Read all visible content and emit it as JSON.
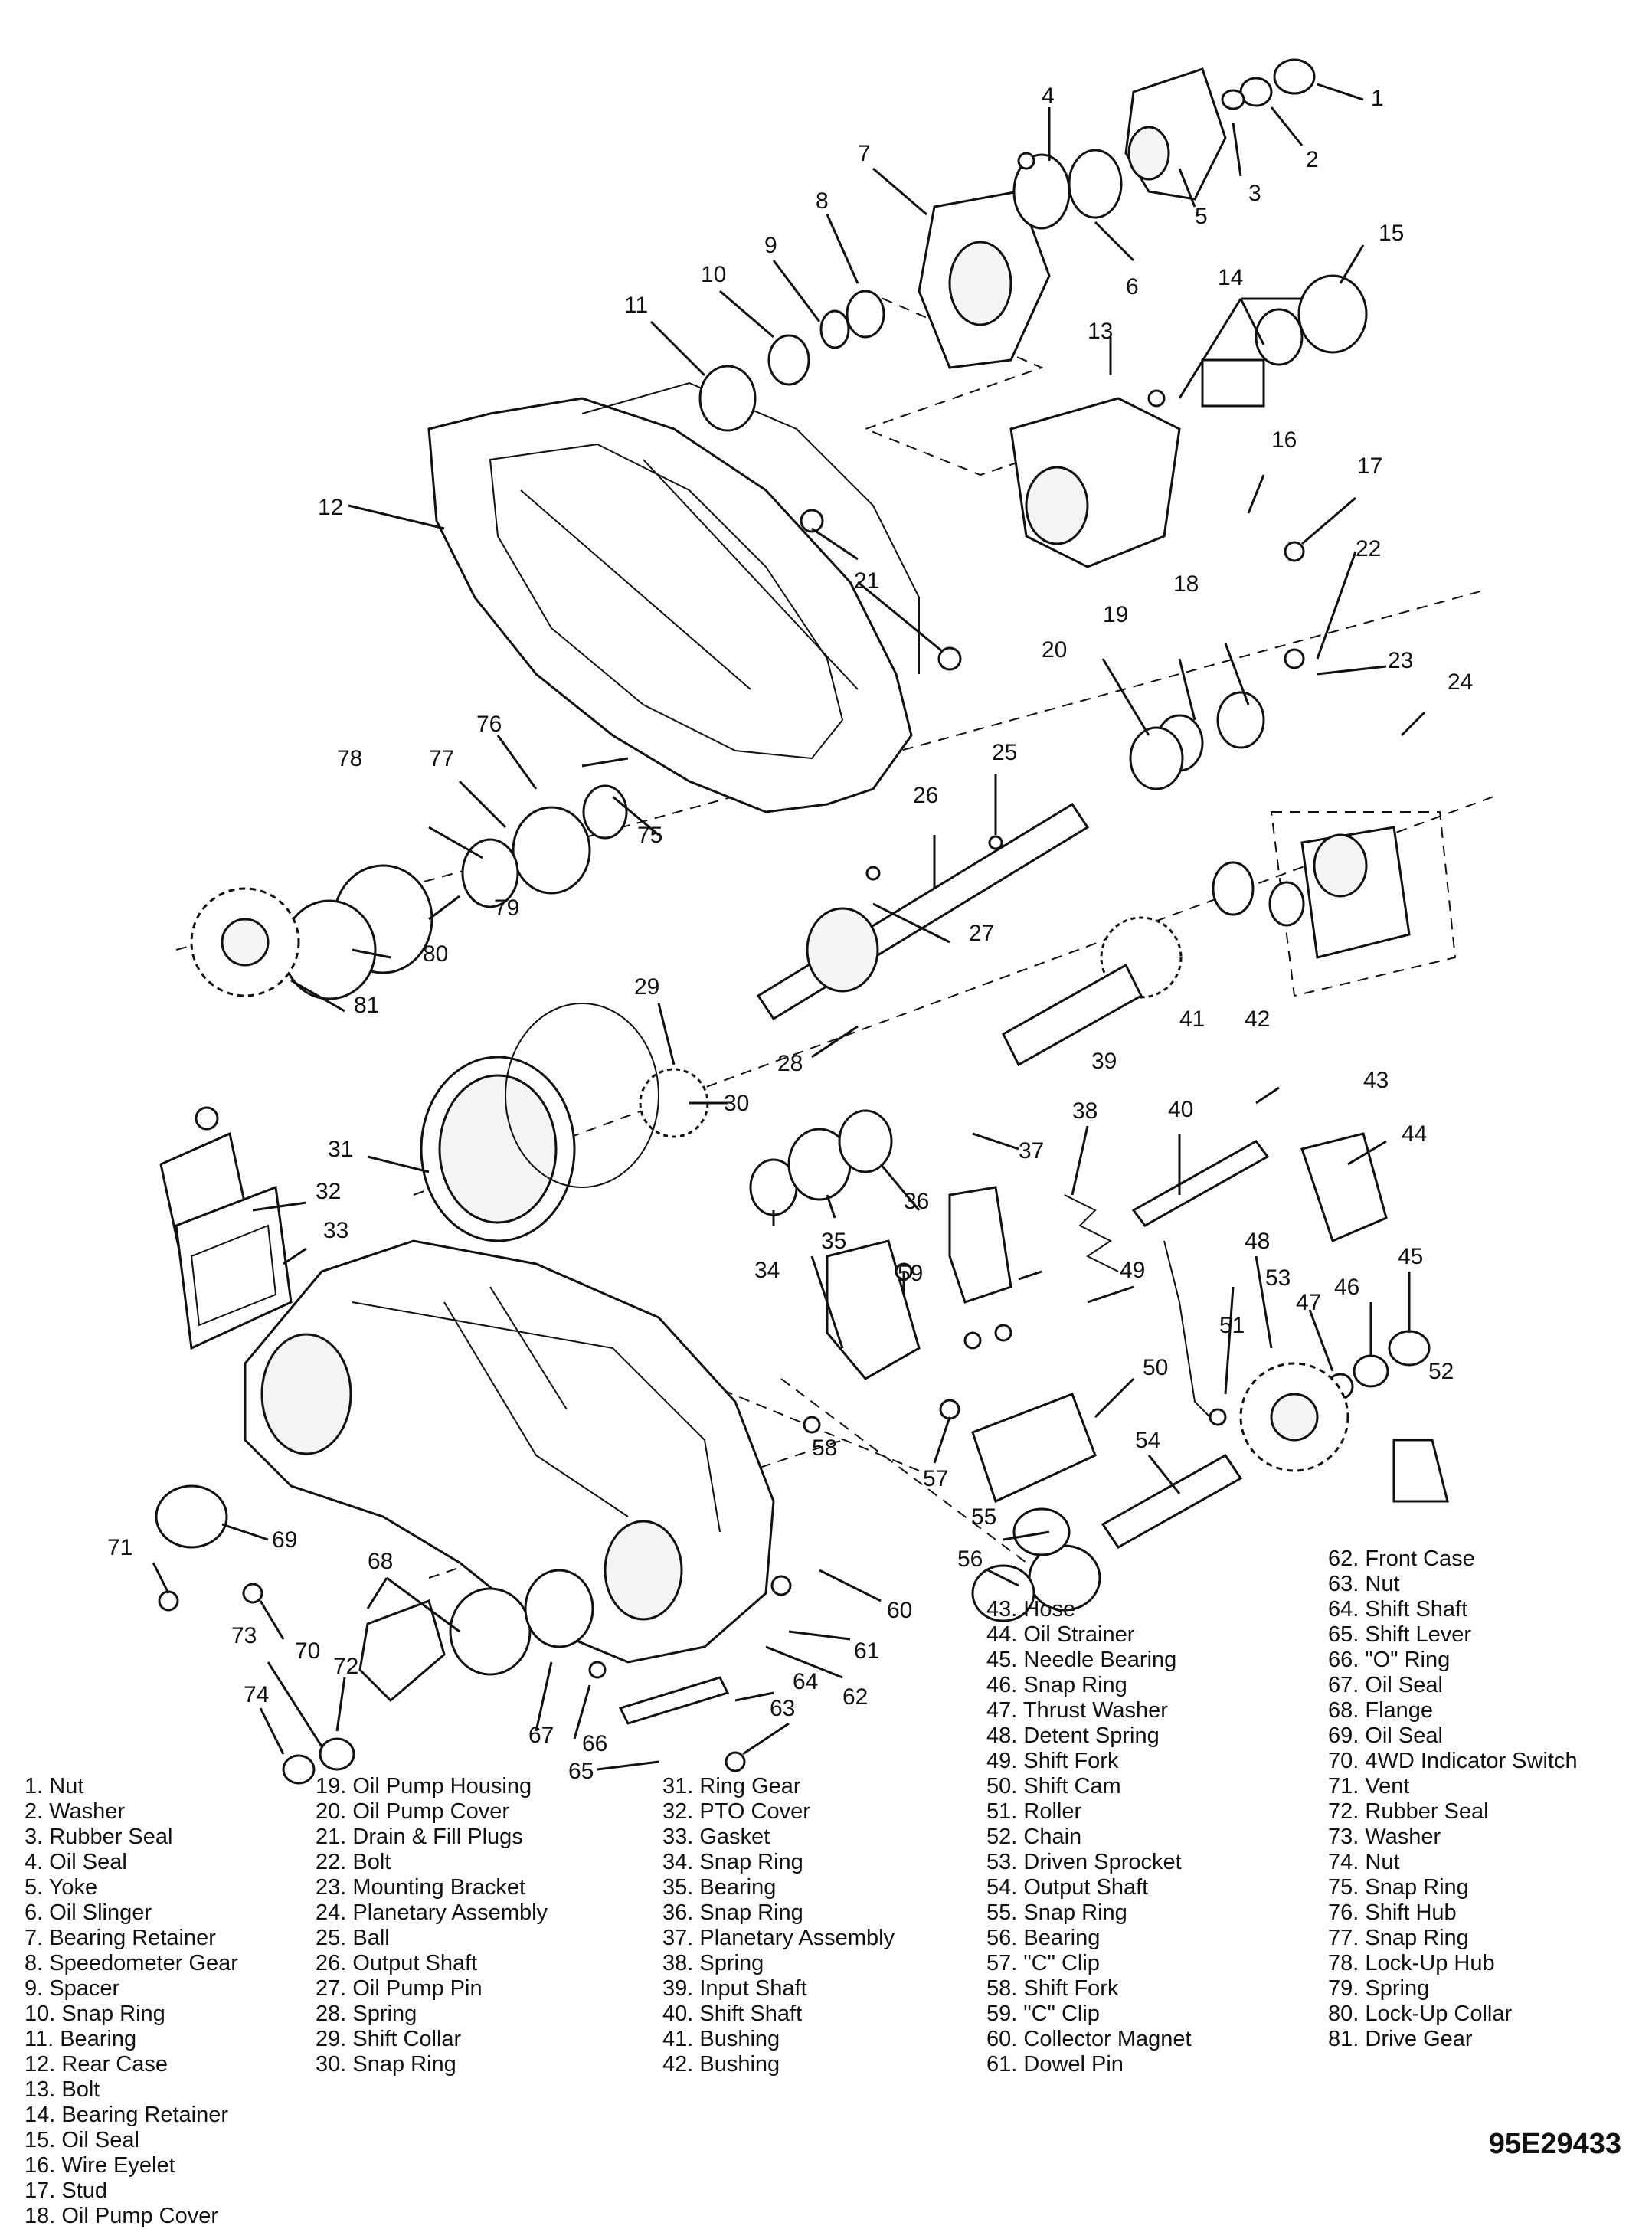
{
  "drawing_id": "95E29433",
  "legend": [
    {
      "n": "1",
      "name": "Nut"
    },
    {
      "n": "2",
      "name": "Washer"
    },
    {
      "n": "3",
      "name": "Rubber Seal"
    },
    {
      "n": "4",
      "name": "Oil Seal"
    },
    {
      "n": "5",
      "name": "Yoke"
    },
    {
      "n": "6",
      "name": "Oil Slinger"
    },
    {
      "n": "7",
      "name": "Bearing Retainer"
    },
    {
      "n": "8",
      "name": "Speedometer Gear"
    },
    {
      "n": "9",
      "name": "Spacer"
    },
    {
      "n": "10",
      "name": "Snap Ring"
    },
    {
      "n": "11",
      "name": "Bearing"
    },
    {
      "n": "12",
      "name": "Rear Case"
    },
    {
      "n": "13",
      "name": "Bolt"
    },
    {
      "n": "14",
      "name": "Bearing Retainer"
    },
    {
      "n": "15",
      "name": "Oil Seal"
    },
    {
      "n": "16",
      "name": "Wire Eyelet"
    },
    {
      "n": "17",
      "name": "Stud"
    },
    {
      "n": "18",
      "name": "Oil Pump Cover"
    },
    {
      "n": "19",
      "name": "Oil Pump Housing"
    },
    {
      "n": "20",
      "name": "Oil Pump Cover"
    },
    {
      "n": "21",
      "name": "Drain & Fill Plugs"
    },
    {
      "n": "22",
      "name": "Bolt"
    },
    {
      "n": "23",
      "name": "Mounting Bracket"
    },
    {
      "n": "24",
      "name": "Planetary Assembly"
    },
    {
      "n": "25",
      "name": "Ball"
    },
    {
      "n": "26",
      "name": "Output Shaft"
    },
    {
      "n": "27",
      "name": "Oil Pump Pin"
    },
    {
      "n": "28",
      "name": "Spring"
    },
    {
      "n": "29",
      "name": "Shift Collar"
    },
    {
      "n": "30",
      "name": "Snap Ring"
    },
    {
      "n": "31",
      "name": "Ring Gear"
    },
    {
      "n": "32",
      "name": "PTO Cover"
    },
    {
      "n": "33",
      "name": "Gasket"
    },
    {
      "n": "34",
      "name": "Snap Ring"
    },
    {
      "n": "35",
      "name": "Bearing"
    },
    {
      "n": "36",
      "name": "Snap Ring"
    },
    {
      "n": "37",
      "name": "Planetary Assembly"
    },
    {
      "n": "38",
      "name": "Spring"
    },
    {
      "n": "39",
      "name": "Input Shaft"
    },
    {
      "n": "40",
      "name": "Shift Shaft"
    },
    {
      "n": "41",
      "name": "Bushing"
    },
    {
      "n": "42",
      "name": "Bushing"
    },
    {
      "n": "43",
      "name": "Hose"
    },
    {
      "n": "44",
      "name": "Oil Strainer"
    },
    {
      "n": "45",
      "name": "Needle Bearing"
    },
    {
      "n": "46",
      "name": "Snap Ring"
    },
    {
      "n": "47",
      "name": "Thrust Washer"
    },
    {
      "n": "48",
      "name": "Detent Spring"
    },
    {
      "n": "49",
      "name": "Shift Fork"
    },
    {
      "n": "50",
      "name": "Shift Cam"
    },
    {
      "n": "51",
      "name": "Roller"
    },
    {
      "n": "52",
      "name": "Chain"
    },
    {
      "n": "53",
      "name": "Driven Sprocket"
    },
    {
      "n": "54",
      "name": "Output Shaft"
    },
    {
      "n": "55",
      "name": "Snap Ring"
    },
    {
      "n": "56",
      "name": "Bearing"
    },
    {
      "n": "57",
      "name": "\"C\" Clip"
    },
    {
      "n": "58",
      "name": "Shift Fork"
    },
    {
      "n": "59",
      "name": "\"C\" Clip"
    },
    {
      "n": "60",
      "name": "Collector Magnet"
    },
    {
      "n": "61",
      "name": "Dowel Pin"
    },
    {
      "n": "62",
      "name": "Front Case"
    },
    {
      "n": "63",
      "name": "Nut"
    },
    {
      "n": "64",
      "name": "Shift Shaft"
    },
    {
      "n": "65",
      "name": "Shift Lever"
    },
    {
      "n": "66",
      "name": "\"O\" Ring"
    },
    {
      "n": "67",
      "name": "Oil Seal"
    },
    {
      "n": "68",
      "name": "Flange"
    },
    {
      "n": "69",
      "name": "Oil Seal"
    },
    {
      "n": "70",
      "name": "4WD Indicator Switch"
    },
    {
      "n": "71",
      "name": "Vent"
    },
    {
      "n": "72",
      "name": "Rubber Seal"
    },
    {
      "n": "73",
      "name": "Washer"
    },
    {
      "n": "74",
      "name": "Nut"
    },
    {
      "n": "75",
      "name": "Snap Ring"
    },
    {
      "n": "76",
      "name": "Shift Hub"
    },
    {
      "n": "77",
      "name": "Snap Ring"
    },
    {
      "n": "78",
      "name": "Lock-Up Hub"
    },
    {
      "n": "79",
      "name": "Spring"
    },
    {
      "n": "80",
      "name": "Lock-Up Collar"
    },
    {
      "n": "81",
      "name": "Drive Gear"
    }
  ]
}
